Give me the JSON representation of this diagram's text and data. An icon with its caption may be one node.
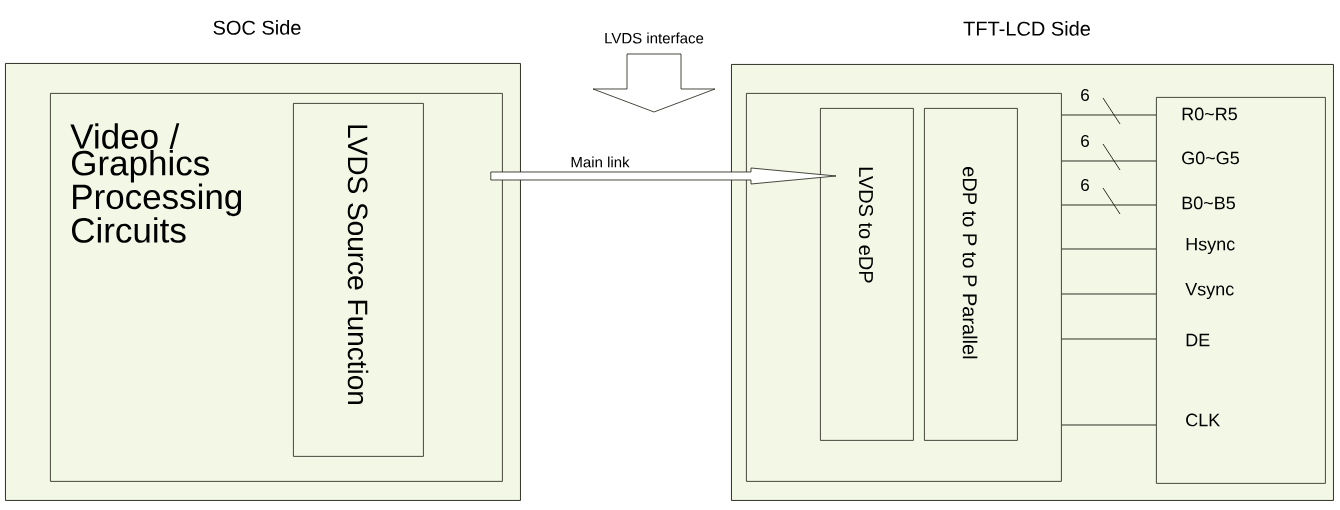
{
  "diagram": {
    "nodes": [
      {
        "text": [
          "SOC Side"
        ]
      },
      {
        "text": [
          "Video / Graphics Processing Circuits"
        ],
        "in": 0
      },
      {
        "text": [
          "LVDS Source Function"
        ],
        "in": 1
      },
      {
        "text": [
          "TFT-LCD Side"
        ]
      },
      {
        "text": [],
        "shape": "box",
        "in": 3
      },
      {
        "text": [
          "LVDS to eDP"
        ],
        "in": 4
      },
      {
        "text": [
          "eDP to P to P Parallel"
        ],
        "in": 4
      },
      {
        "text": [
          "R0~R5",
          "G0~G5",
          "B0~B5",
          "Hsync",
          "Vsync",
          "DE",
          "CLK"
        ],
        "in": 3
      }
    ],
    "edges": [
      {
        "from": 1,
        "to": 5,
        "arrow": "to",
        "label": "Main link"
      },
      {
        "from": 4,
        "to": 7,
        "arrow": "none",
        "label": "6"
      },
      {
        "from": 4,
        "to": 7,
        "arrow": "none",
        "label": "6"
      },
      {
        "from": 4,
        "to": 7,
        "arrow": "none",
        "label": "6"
      },
      {
        "from": 4,
        "to": 7,
        "arrow": "none"
      },
      {
        "from": 4,
        "to": 7,
        "arrow": "none"
      },
      {
        "from": 4,
        "to": 7,
        "arrow": "none"
      },
      {
        "from": 4,
        "to": 7,
        "arrow": "none"
      }
    ],
    "labels": [
      "LVDS interface"
    ]
  }
}
